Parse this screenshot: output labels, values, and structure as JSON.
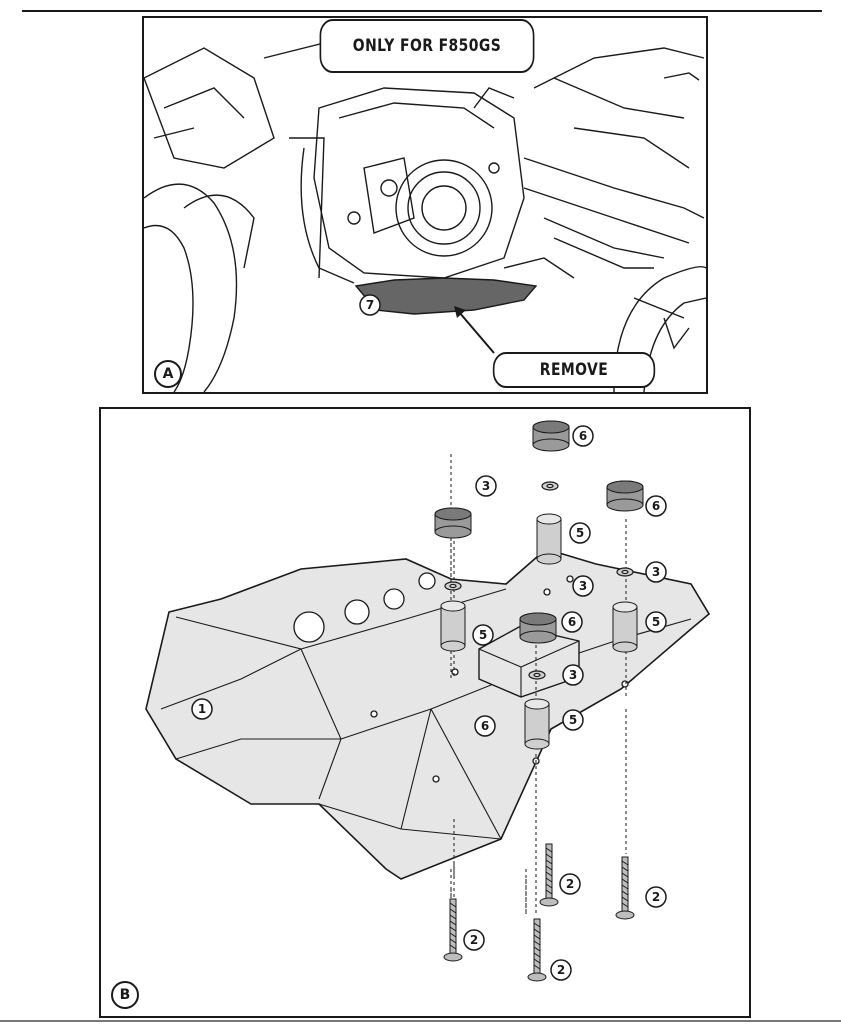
{
  "panel_a": {
    "letter": "A",
    "note": "ONLY  FOR F850GS",
    "action": "REMOVE",
    "part_callout": "7"
  },
  "panel_b": {
    "letter": "B",
    "callouts": [
      {
        "label": "1"
      },
      {
        "label": "2"
      },
      {
        "label": "2"
      },
      {
        "label": "2"
      },
      {
        "label": "2"
      },
      {
        "label": "3"
      },
      {
        "label": "3"
      },
      {
        "label": "3"
      },
      {
        "label": "3"
      },
      {
        "label": "5"
      },
      {
        "label": "5"
      },
      {
        "label": "5"
      },
      {
        "label": "5"
      },
      {
        "label": "6"
      },
      {
        "label": "6"
      },
      {
        "label": "6"
      },
      {
        "label": "6"
      }
    ]
  },
  "colors": {
    "ink": "#1a1a1a",
    "plate_fill": "#e6e6e6",
    "spacer_fill": "#cfcfcf",
    "cap_fill": "#9a9a9a",
    "removed_part_fill": "#666666"
  }
}
